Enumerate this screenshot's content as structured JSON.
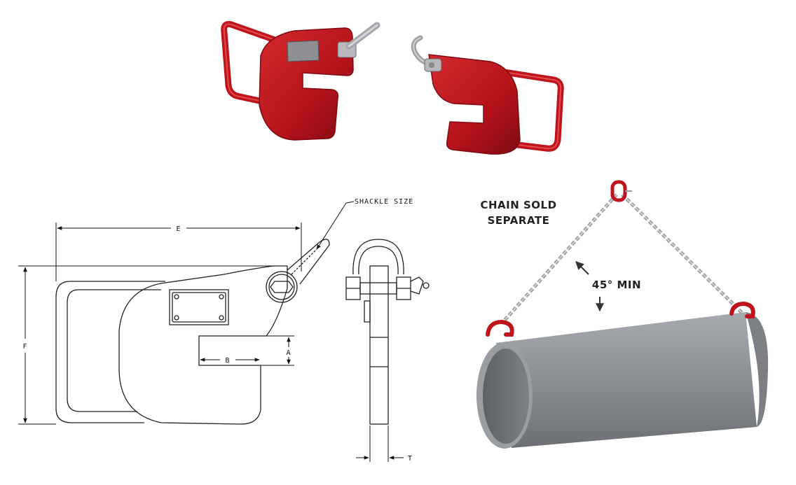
{
  "dimension_labels": {
    "a": "A",
    "b": "B",
    "e": "E",
    "f": "F",
    "t": "T",
    "shackle": "SHACKLE SIZE"
  },
  "callouts": {
    "chain_line1": "CHAIN SOLD",
    "chain_line2": "SEPARATE",
    "angle": "45° MIN"
  },
  "colors": {
    "clamp_red": "#b5121b",
    "clamp_red_dark": "#7e0b12",
    "pipe_gray": "#8c8f93",
    "chain_gray": "#9a9ea3",
    "line": "#222222"
  }
}
